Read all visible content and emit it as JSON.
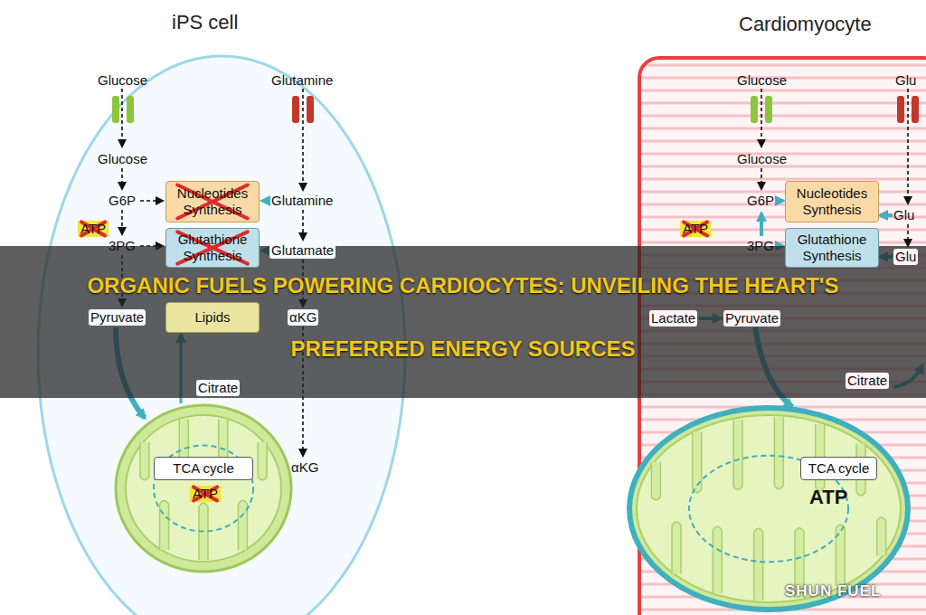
{
  "diagram": {
    "title": "ORGANIC FUELS POWERING CARDIOCYTES: UNVEILING THE HEART'S PREFERRED ENERGY SOURCES",
    "nodes": [
      {
        "text": [
          "iPS cell"
        ]
      },
      {
        "text": [
          "Nucleotides Synthesis"
        ],
        "in": 0
      },
      {
        "text": [
          "Glutathione Synthesis"
        ],
        "in": 0
      },
      {
        "text": [
          "Lipids"
        ],
        "in": 0
      },
      {
        "text": [
          "Citrate",
          "ATP"
        ],
        "in": 0
      },
      {
        "text": [
          "TCA cycle"
        ],
        "in": 4
      },
      {
        "text": [
          "Cardiomyocyte"
        ]
      },
      {
        "text": [
          "Nucleotides Synthesis"
        ],
        "in": 6
      },
      {
        "text": [
          "Glutathione Synthesis"
        ],
        "in": 6
      },
      {
        "text": [
          "Citrate",
          "ATP"
        ],
        "in": 6
      },
      {
        "text": [
          "TCA cycle"
        ],
        "in": 9
      }
    ],
    "edges": [
      {
        "from": 4,
        "to": 3,
        "arrow": "to"
      }
    ],
    "labels": [
      "Glucose",
      "Glutamine",
      "Glucose",
      "G6P",
      "Glutamine",
      "ATP",
      "3PG",
      "Glutamate",
      "Pyruvate",
      "αKG",
      "αKG",
      "Glucose",
      "Glu",
      "Glucose",
      "G6P",
      "Glu",
      "ATP",
      "3PG",
      "Glu",
      "Lactate",
      "Pyruvate",
      "SHUN FUEL"
    ]
  }
}
